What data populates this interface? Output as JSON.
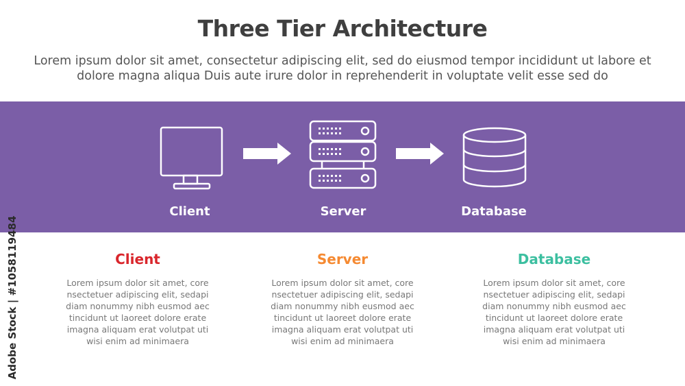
{
  "header": {
    "title": "Three Tier Architecture",
    "subtitle": "Lorem ipsum dolor sit amet, consectetur adipiscing elit, sed do eiusmod tempor incididunt ut labore et dolore magna aliqua Duis aute irure dolor in reprehenderit in voluptate velit esse sed do"
  },
  "band": {
    "color": "#7b5ea7",
    "tiers": [
      {
        "label": "Client",
        "icon": "monitor-icon"
      },
      {
        "label": "Server",
        "icon": "server-rack-icon"
      },
      {
        "label": "Database",
        "icon": "database-icon"
      }
    ],
    "arrows": [
      "arrow-right-icon",
      "arrow-right-icon"
    ]
  },
  "columns": [
    {
      "title": "Client",
      "color": "#d9262c",
      "text": "Lorem ipsum dolor sit amet, core\nnsectetuer adipiscing elit, sedapi\ndiam nonummy nibh eusmod aec\ntincidunt ut laoreet dolore erate\nimagna aliquam erat volutpat  uti\nwisi enim ad minimaera"
    },
    {
      "title": "Server",
      "color": "#f58a32",
      "text": "Lorem ipsum dolor sit amet, core\nnsectetuer adipiscing elit, sedapi\ndiam nonummy nibh eusmod aec\ntincidunt ut laoreet dolore erate\nimagna aliquam erat volutpat  uti\nwisi enim ad minimaera"
    },
    {
      "title": "Database",
      "color": "#3cbfa0",
      "text": "Lorem ipsum dolor sit amet, core\nnsectetuer adipiscing elit, sedapi\ndiam nonummy nibh eusmod aec\ntincidunt ut laoreet dolore erate\nimagna aliquam erat volutpat  uti\nwisi enim ad minimaera"
    }
  ],
  "watermark": "Adobe Stock | #1058119484"
}
